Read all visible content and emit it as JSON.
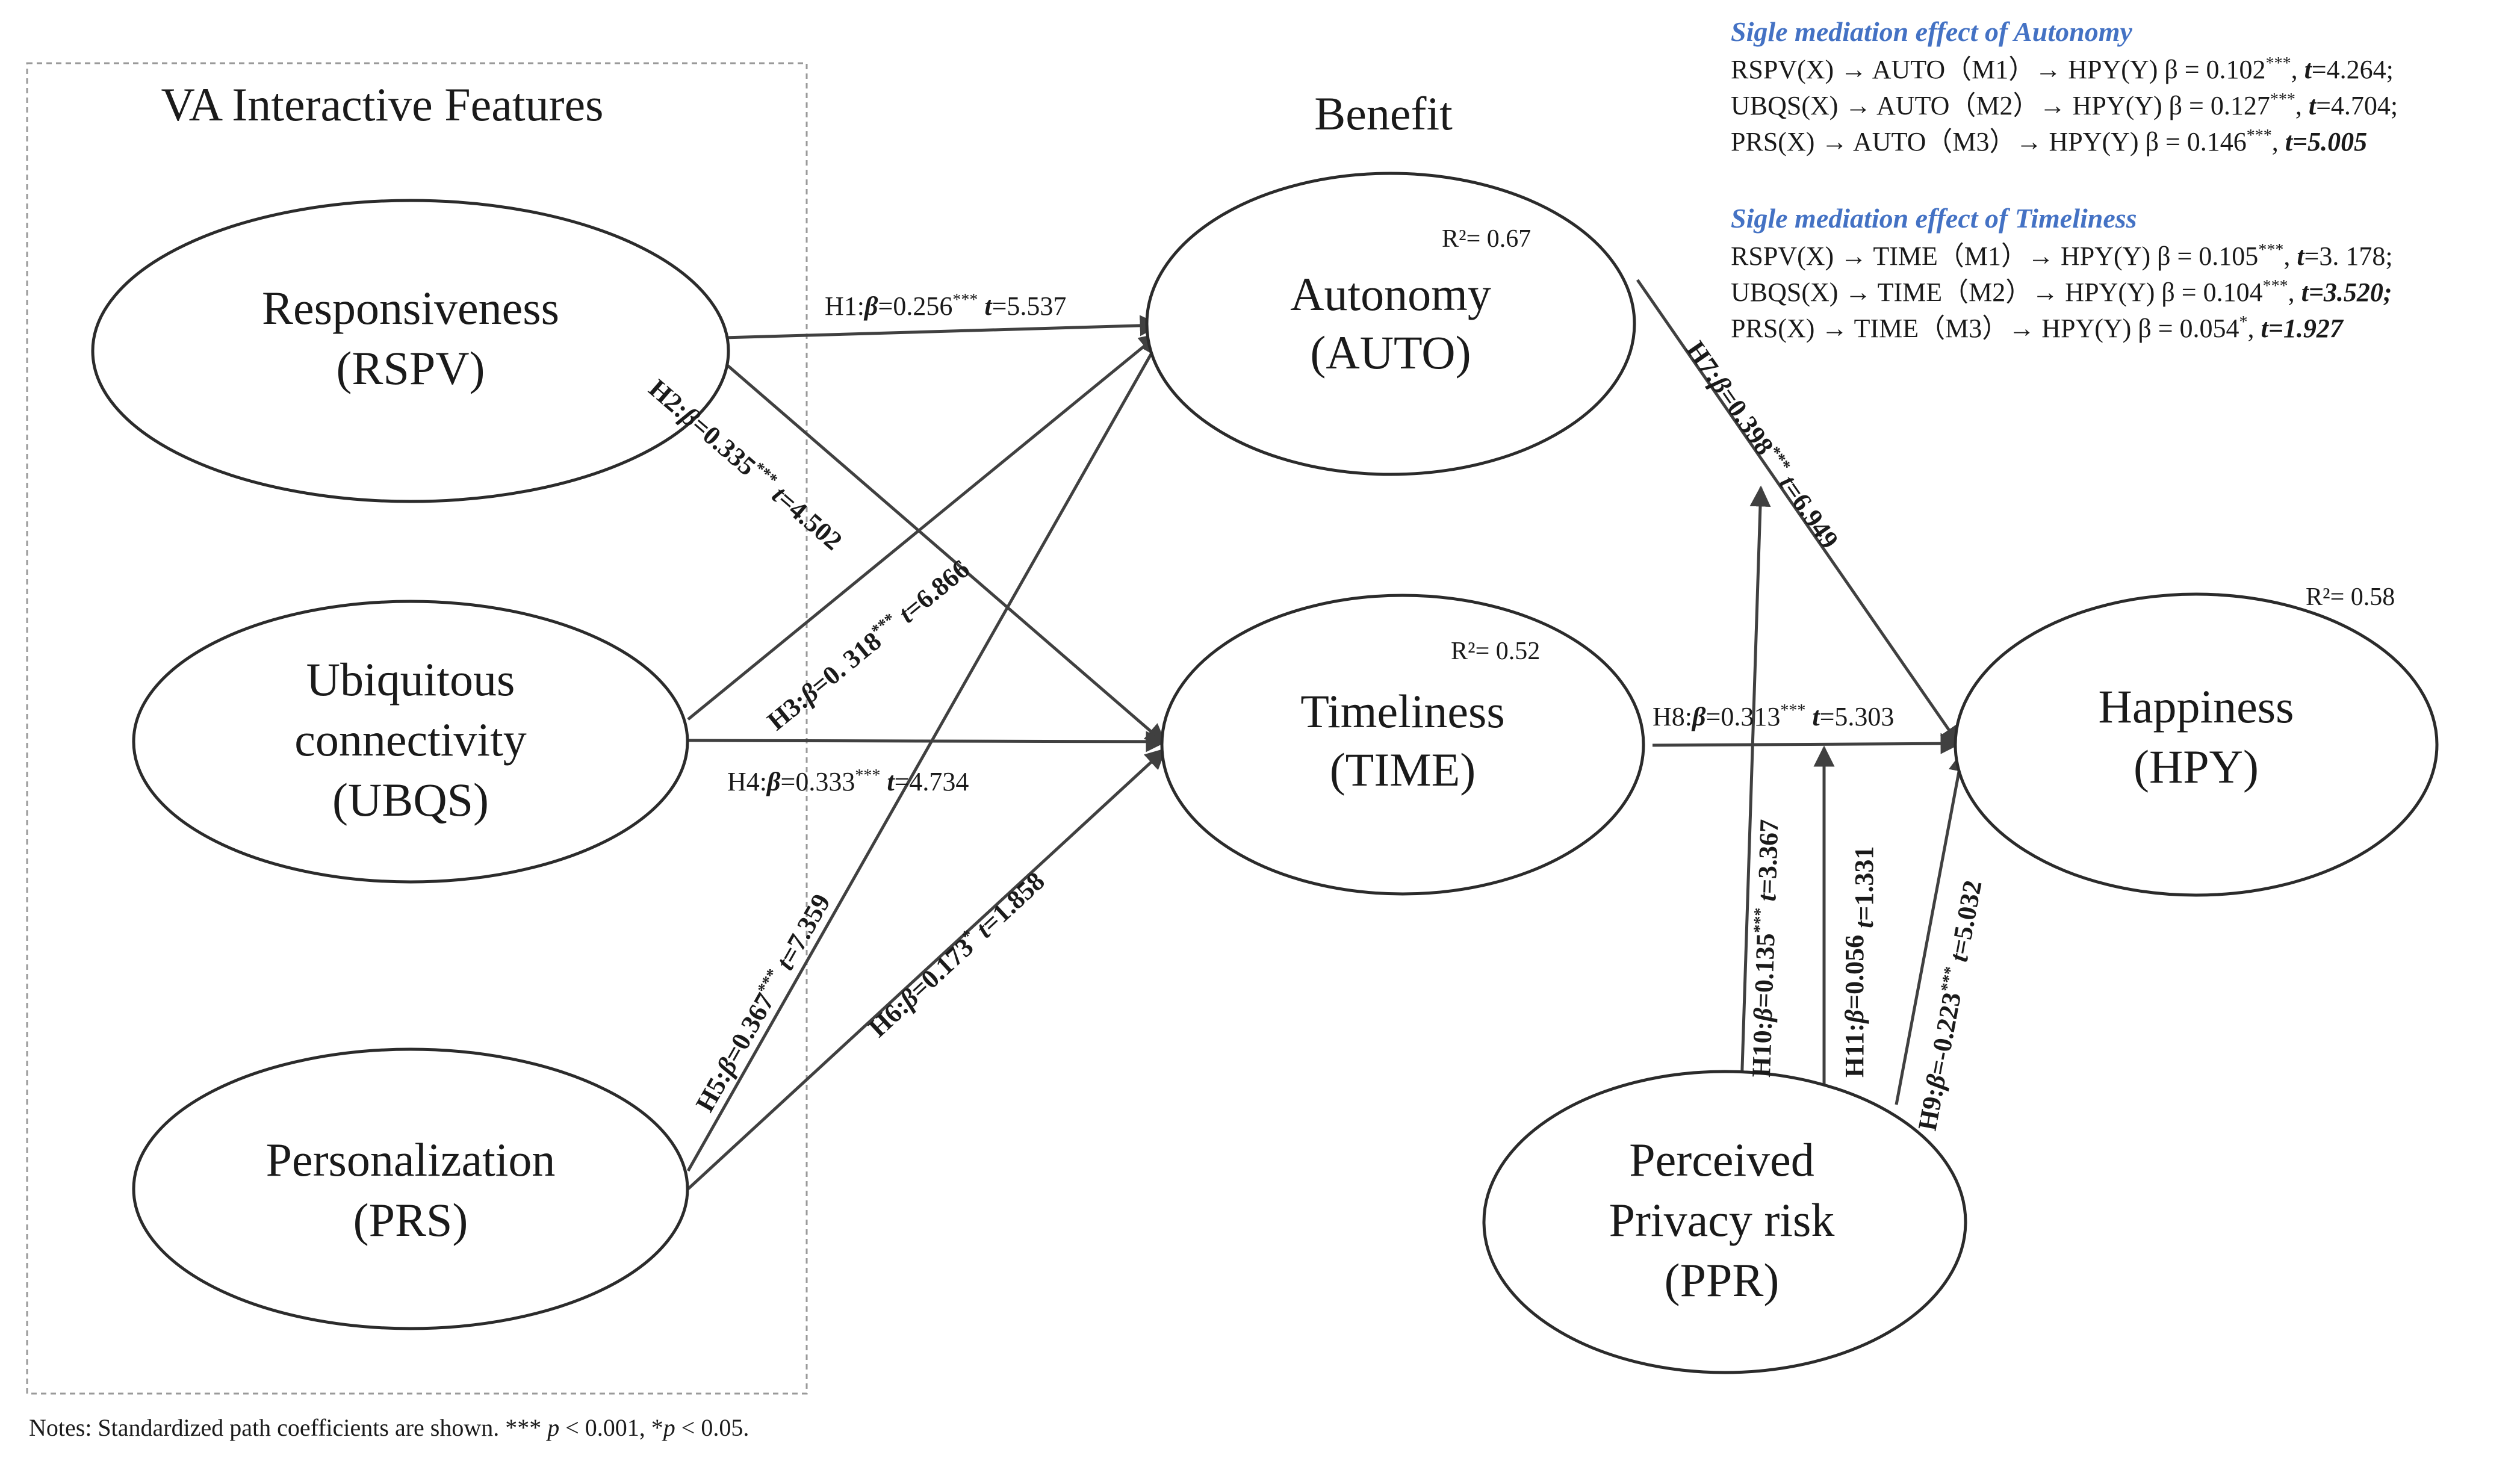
{
  "groups": {
    "interactive": "VA Interactive Features",
    "benefit": "Benefit"
  },
  "nodes": {
    "rspv": {
      "line1": "Responsiveness",
      "line2": "(RSPV)"
    },
    "ubqs": {
      "line1": "Ubiquitous",
      "line2": "connectivity",
      "line3": "(UBQS)"
    },
    "prs": {
      "line1": "Personalization",
      "line2": "(PRS)"
    },
    "auto": {
      "line1": "Autonomy",
      "line2": "(AUTO)",
      "r2": "R²= 0.67"
    },
    "time": {
      "line1": "Timeliness",
      "line2": "(TIME)",
      "r2": "R²= 0.52"
    },
    "hpy": {
      "line1": "Happiness",
      "line2": "(HPY)",
      "r2": "R²= 0.58"
    },
    "ppr": {
      "line1": "Perceived",
      "line2": "Privacy risk",
      "line3": "(PPR)"
    }
  },
  "paths": {
    "h1": {
      "pre": "H1:",
      "beta": "β",
      "val": "=0.256",
      "sig": "***",
      "t": "t",
      "tval": "=5.537"
    },
    "h2": {
      "pre": "H2:",
      "beta": "β",
      "val": "=0.335",
      "sig": "***",
      "t": "t",
      "tval": "=4.502"
    },
    "h3": {
      "pre": "H3:",
      "beta": "β",
      "val": "=0. 318",
      "sig": "***",
      "t": "t",
      "tval": "=6.866"
    },
    "h4": {
      "pre": "H4:",
      "beta": "β",
      "val": "=0.333",
      "sig": "***",
      "t": "t",
      "tval": "=4.734"
    },
    "h5": {
      "pre": "H5:",
      "beta": "β",
      "val": "=0.367",
      "sig": "***",
      "t": "t",
      "tval": "=7.359"
    },
    "h6": {
      "pre": "H6:",
      "beta": "β",
      "val": "=0.173",
      "sig": "*",
      "t": "t",
      "tval": "=1.858"
    },
    "h7": {
      "pre": "H7:",
      "beta": "β",
      "val": "=0.398",
      "sig": "***",
      "t": "t",
      "tval": "=6.949"
    },
    "h8": {
      "pre": "H8:",
      "beta": "β",
      "val": "=0.313",
      "sig": "***",
      "t": "t",
      "tval": "=5.303"
    },
    "h9": {
      "pre": "H9:",
      "beta": "β",
      "val": "=-0.223",
      "sig": "***",
      "t": "t",
      "tval": "=5.032"
    },
    "h10": {
      "pre": "H10:",
      "beta": "β",
      "val": "=0.135",
      "sig": "***",
      "t": "t",
      "tval": "=3.367"
    },
    "h11": {
      "pre": "H11:",
      "beta": "β",
      "val": "=0.056",
      "sig": "",
      "t": "t",
      "tval": "=1.331"
    }
  },
  "mediation": {
    "auto_title": "Sigle mediation effect of Autonomy",
    "auto_lines": [
      {
        "main": "RSPV(X) → AUTO（M1）→ HPY(Y) β = 0.102",
        "sig": "***",
        "tail": ", ",
        "t": "t",
        "tval": "=4.264;"
      },
      {
        "main": "UBQS(X) → AUTO（M2）→ HPY(Y) β = 0.127",
        "sig": "***",
        "tail": ", ",
        "t": "t",
        "tval": "=4.704;"
      },
      {
        "main": "PRS(X) → AUTO（M3）→ HPY(Y) β = 0.146",
        "sig": "***",
        "tail": ", ",
        "t": "t",
        "tval": "=5.005"
      }
    ],
    "time_title": "Sigle mediation effect of Timeliness",
    "time_lines": [
      {
        "main": "RSPV(X) → TIME（M1）→ HPY(Y) β = 0.105",
        "sig": "***",
        "tail": ", ",
        "t": "t",
        "tval": "=3. 178;"
      },
      {
        "main": "UBQS(X) → TIME（M2）→ HPY(Y) β = 0.104",
        "sig": "***",
        "tail": ", ",
        "t": "t",
        "tval": "=3.520;"
      },
      {
        "main": "PRS(X) → TIME（M3）→ HPY(Y) β = 0.054",
        "sig": "*",
        "tail": ", ",
        "t": "t",
        "tval": "=1.927"
      }
    ]
  },
  "notes": {
    "prefix": "Notes:   Standardized path coefficients are shown. *** ",
    "p1": "p",
    "mid": " < 0.001, *",
    "p2": "p",
    "end": " < 0.05."
  },
  "colors": {
    "line": "#404040",
    "text": "#1a1a1a",
    "accent": "#4472c4",
    "dashed": "#9a9a9a"
  }
}
